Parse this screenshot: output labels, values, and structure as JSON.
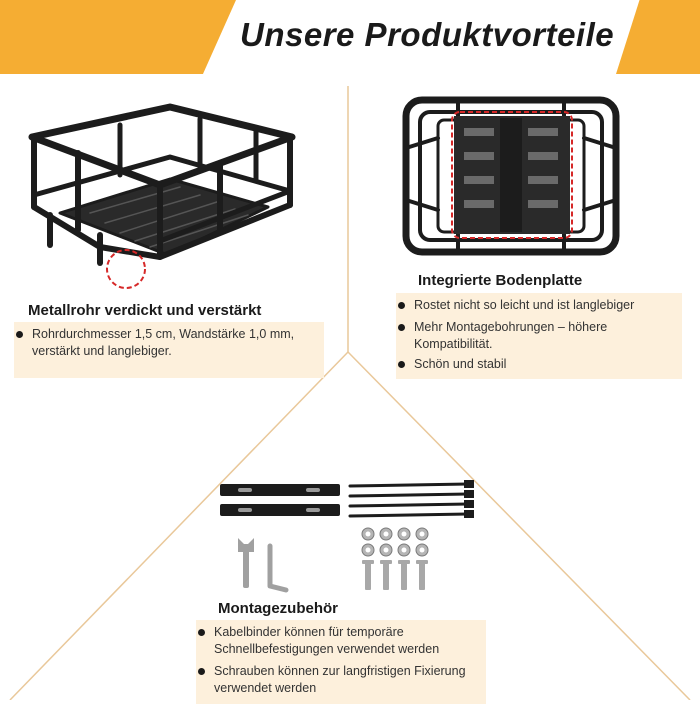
{
  "header": {
    "title": "Unsere Produktvorteile",
    "accent_color": "#f5ad33"
  },
  "features": {
    "tube": {
      "title": "Metallrohr verdickt und verstärkt",
      "bullets": [
        "Rohrdurchmesser 1,5 cm, Wandstärke 1,0 mm, verstärkt und langlebiger."
      ]
    },
    "baseplate": {
      "title": "Integrierte Bodenplatte",
      "bullets": [
        "Rostet nicht so leicht und ist langlebiger",
        "Mehr Montagebohrungen – höhere Kompatibilität.",
        "Schön und stabil"
      ]
    },
    "accessories": {
      "title": "Montagezubehör",
      "bullets": [
        "Kabelbinder können für temporäre Schnellbefestigungen verwendet werden",
        "Schrauben können zur langfristigen Fixierung verwendet werden"
      ]
    }
  },
  "colors": {
    "box_background": "#fdf0dc",
    "highlight_red": "#d62828",
    "basket_black": "#1c1c1c",
    "divider": "#e9c89a"
  }
}
